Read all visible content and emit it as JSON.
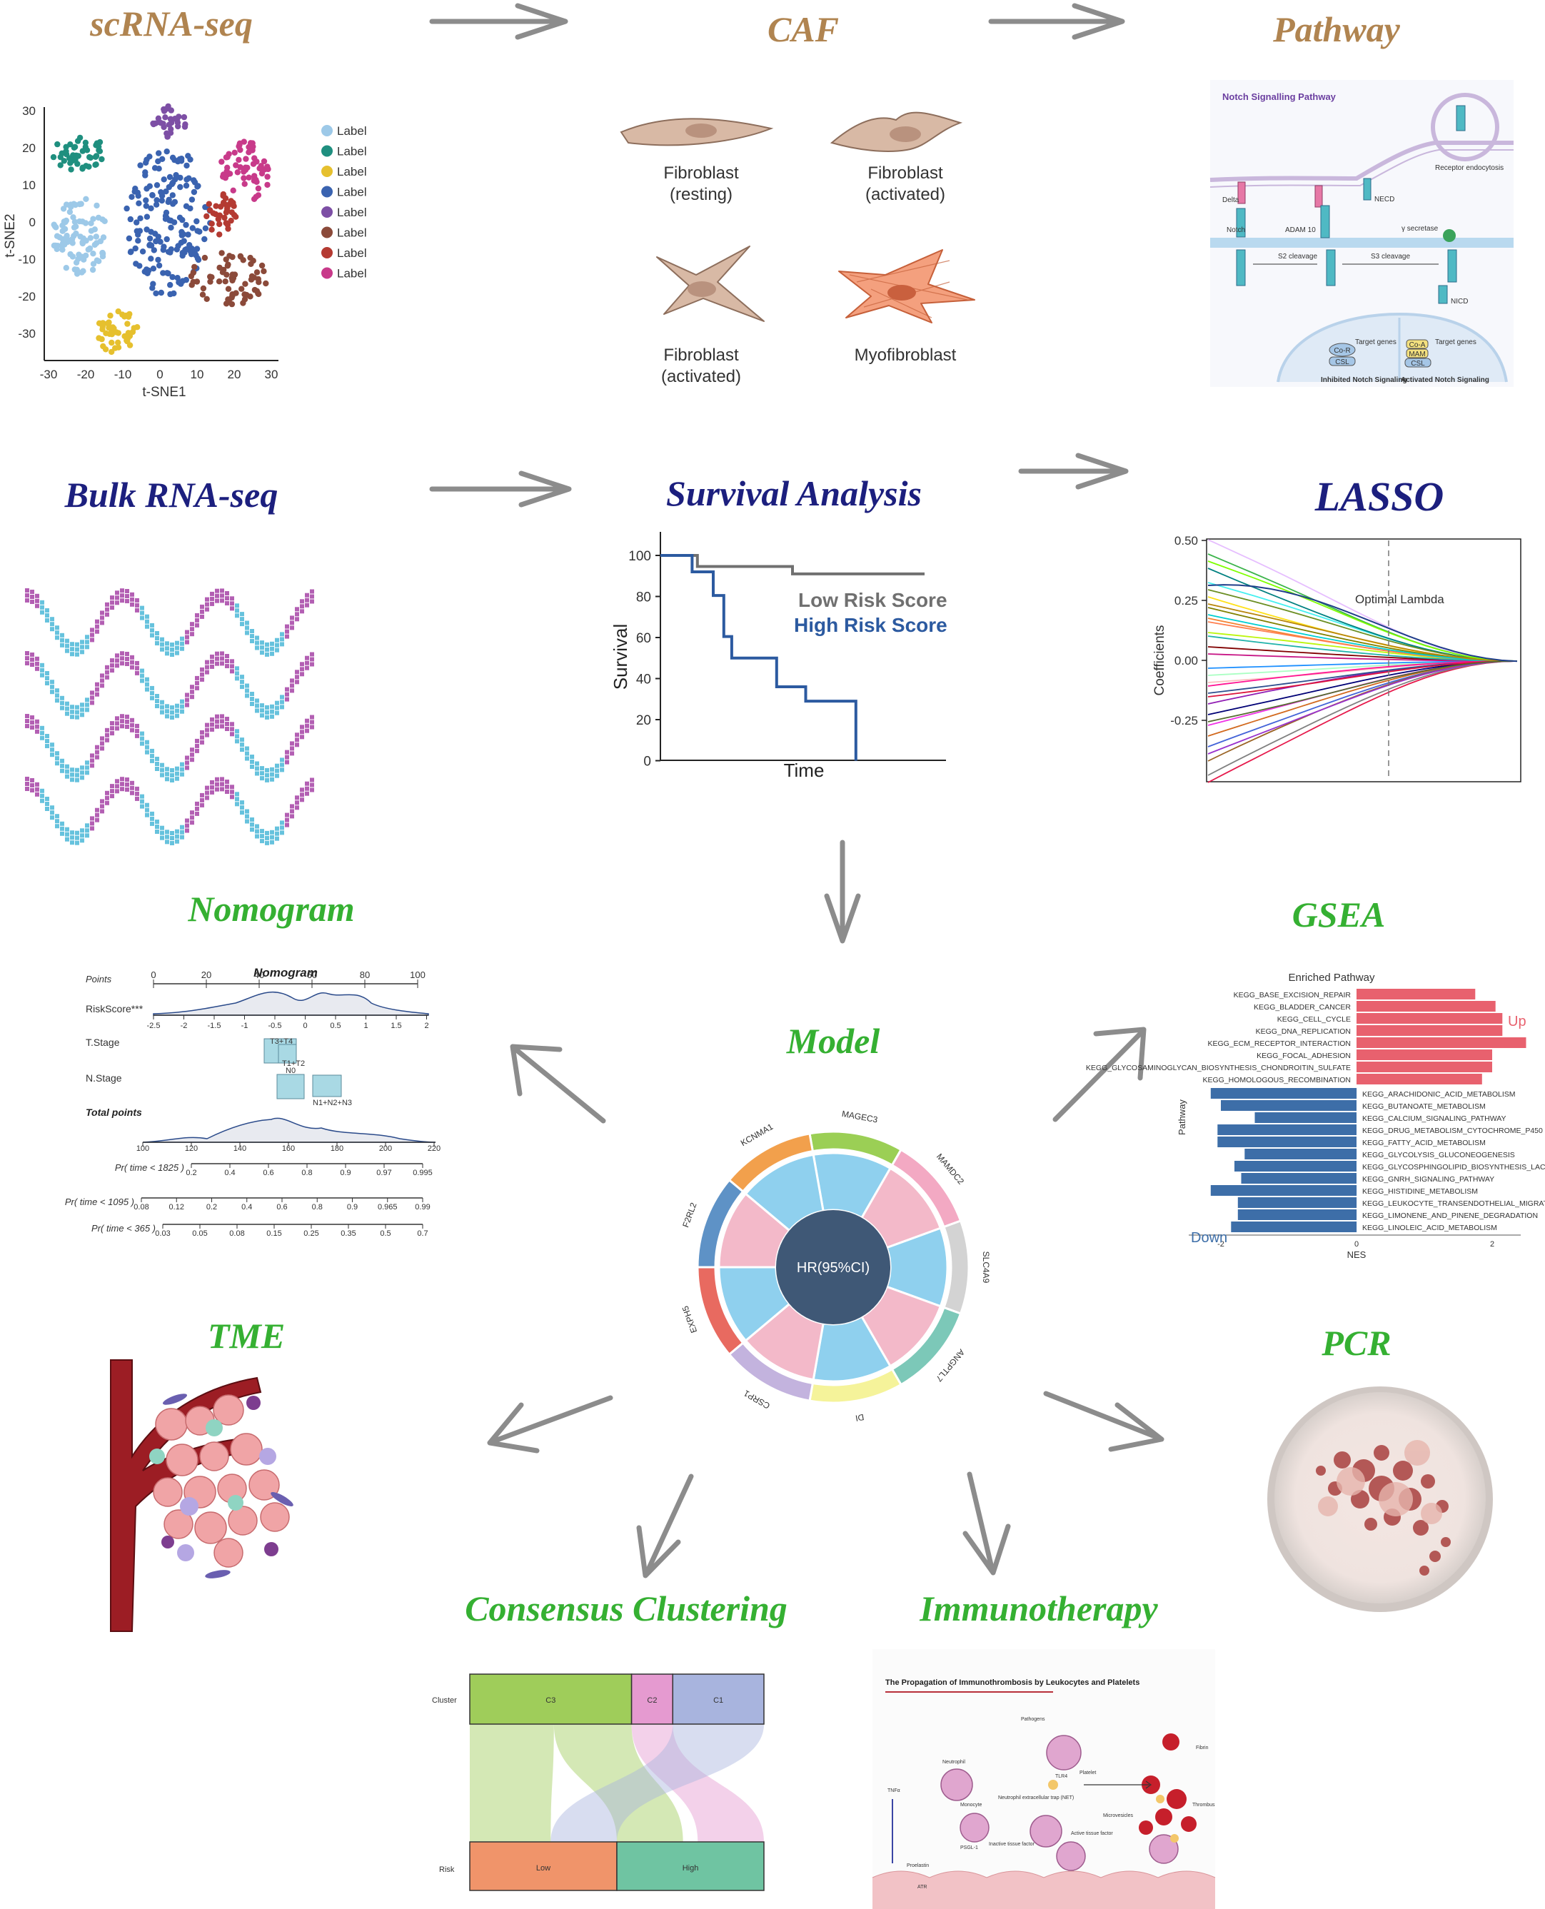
{
  "titles": {
    "scrna": "scRNA-seq",
    "caf": "CAF",
    "pathway": "Pathway",
    "bulk": "Bulk RNA-seq",
    "survival": "Survival Analysis",
    "lasso": "LASSO",
    "nomogram": "Nomogram",
    "gsea": "GSEA",
    "model": "Model",
    "tme": "TME",
    "pcr": "PCR",
    "consensus": "Consensus Clustering",
    "immuno": "Immunotherapy"
  },
  "tsne": {
    "xlabel": "t-SNE1",
    "ylabel": "t-SNE2",
    "xticks": [
      "-30",
      "-20",
      "-10",
      "0",
      "10",
      "20",
      "30"
    ],
    "yticks": [
      "30",
      "20",
      "10",
      "0",
      "-10",
      "-20",
      "-30"
    ],
    "legend": [
      {
        "label": "Label",
        "color": "#9dc9e8"
      },
      {
        "label": "Label",
        "color": "#1f8f7f"
      },
      {
        "label": "Label",
        "color": "#e6c02e"
      },
      {
        "label": "Label",
        "color": "#3a63b0"
      },
      {
        "label": "Label",
        "color": "#7d4fa5"
      },
      {
        "label": "Label",
        "color": "#8b4a3a"
      },
      {
        "label": "Label",
        "color": "#b43a32"
      },
      {
        "label": "Label",
        "color": "#c83a8a"
      }
    ]
  },
  "caf": {
    "cells": [
      {
        "line1": "Fibroblast",
        "line2": "(resting)"
      },
      {
        "line1": "Fibroblast",
        "line2": "(activated)"
      },
      {
        "line1": "Fibroblast",
        "line2": "(activated)"
      },
      {
        "line1": "Myofibroblast",
        "line2": ""
      }
    ]
  },
  "notch": {
    "title": "Notch Signalling Pathway",
    "labels": {
      "receptor": "Receptor endocytosis",
      "delta": "Delta",
      "notch": "Notch",
      "adam": "ADAM 10",
      "necd": "NECD",
      "gamma": "γ secretase",
      "s2": "S2 cleavage",
      "s3": "S3 cleavage",
      "nicd": "NICD",
      "target1": "Target genes",
      "target2": "Target genes",
      "cor": "Co-R",
      "csl1": "CSL",
      "coa": "Co-A",
      "mam": "MAM",
      "csl2": "CSL",
      "inhibited": "Inhibited Notch Signaling",
      "activated": "Activated Notch Signaling"
    }
  },
  "survival": {
    "ylabel": "Survival",
    "xlabel": "Time",
    "yticks": [
      "100",
      "80",
      "60",
      "40",
      "20",
      "0"
    ],
    "low_label": "Low Risk Score",
    "high_label": "High Risk Score",
    "low_color": "#707070",
    "high_color": "#2c5aa0"
  },
  "lasso": {
    "ylabel": "Coefficients",
    "yticks": [
      "0.50",
      "0.25",
      "0.00",
      "-0.25"
    ],
    "annotation": "Optimal Lambda"
  },
  "nomogram": {
    "header": "Nomogram",
    "rows": [
      "Points",
      "RiskScore***",
      "T.Stage",
      "N.Stage",
      "Total points"
    ],
    "points_ticks": [
      "0",
      "20",
      "40",
      "60",
      "80",
      "100"
    ],
    "risk_ticks": [
      "-2.5",
      "-2",
      "-1.5",
      "-1",
      "-0.5",
      "0",
      "0.5",
      "1",
      "1.5",
      "2"
    ],
    "tstage_labels": [
      "T3+T4",
      "T1+T2"
    ],
    "nstage_labels": [
      "N0",
      "N1+N2+N3"
    ],
    "total_ticks": [
      "100",
      "120",
      "140",
      "160",
      "180",
      "200",
      "220"
    ],
    "pr_rows": [
      {
        "label": "Pr( time < 1825 )",
        "ticks": [
          "0.2",
          "0.4",
          "0.6",
          "0.8",
          "0.9",
          "0.97",
          "0.995"
        ]
      },
      {
        "label": "Pr( time < 1095 )",
        "ticks": [
          "0.08",
          "0.12",
          "0.2",
          "0.4",
          "0.6",
          "0.8",
          "0.9",
          "0.965",
          "0.99"
        ]
      },
      {
        "label": "Pr( time < 365 )",
        "ticks": [
          "0.03",
          "0.05",
          "0.08",
          "0.15",
          "0.25",
          "0.35",
          "0.5",
          "0.7"
        ]
      }
    ]
  },
  "gsea": {
    "header": "Enriched Pathway",
    "ylabel": "Pathway",
    "xlabel": "NES",
    "up_label": "Up",
    "down_label": "Down",
    "xticks": [
      "-2",
      "0",
      "2"
    ],
    "up_color": "#e8616e",
    "down_color": "#3d6ea8",
    "up": [
      {
        "name": "KEGG_BASE_EXCISION_REPAIR",
        "nes": 1.75
      },
      {
        "name": "KEGG_BLADDER_CANCER",
        "nes": 2.05
      },
      {
        "name": "KEGG_CELL_CYCLE",
        "nes": 2.15
      },
      {
        "name": "KEGG_DNA_REPLICATION",
        "nes": 2.15
      },
      {
        "name": "KEGG_ECM_RECEPTOR_INTERACTION",
        "nes": 2.5
      },
      {
        "name": "KEGG_FOCAL_ADHESION",
        "nes": 2.0
      },
      {
        "name": "KEGG_GLYCOSAMINOGLYCAN_BIOSYNTHESIS_CHONDROITIN_SULFATE",
        "nes": 2.0
      },
      {
        "name": "KEGG_HOMOLOGOUS_RECOMBINATION",
        "nes": 1.85
      }
    ],
    "down": [
      {
        "name": "KEGG_ARACHIDONIC_ACID_METABOLISM",
        "nes": -2.15
      },
      {
        "name": "KEGG_BUTANOATE_METABOLISM",
        "nes": -2.0
      },
      {
        "name": "KEGG_CALCIUM_SIGNALING_PATHWAY",
        "nes": -1.5
      },
      {
        "name": "KEGG_DRUG_METABOLISM_CYTOCHROME_P450",
        "nes": -2.05
      },
      {
        "name": "KEGG_FATTY_ACID_METABOLISM",
        "nes": -2.05
      },
      {
        "name": "KEGG_GLYCOLYSIS_GLUCONEOGENESIS",
        "nes": -1.65
      },
      {
        "name": "KEGG_GLYCOSPHINGOLIPID_BIOSYNTHESIS_LACTO_AND_NEOLACTO_SERIES",
        "nes": -1.8
      },
      {
        "name": "KEGG_GNRH_SIGNALING_PATHWAY",
        "nes": -1.7
      },
      {
        "name": "KEGG_HISTIDINE_METABOLISM",
        "nes": -2.15
      },
      {
        "name": "KEGG_LEUKOCYTE_TRANSENDOTHELIAL_MIGRATION",
        "nes": -1.75
      },
      {
        "name": "KEGG_LIMONENE_AND_PINENE_DEGRADATION",
        "nes": -1.75
      },
      {
        "name": "KEGG_LINOLEIC_ACID_METABOLISM",
        "nes": -1.85
      }
    ]
  },
  "model": {
    "center": "HR(95%CI)",
    "center_color": "#3f5876",
    "genes": [
      {
        "name": "MAGEC3",
        "color": "#9bcf55"
      },
      {
        "name": "MAMDC2",
        "color": "#f3a9c3"
      },
      {
        "name": "SLC4A9",
        "color": "#d3d3d3"
      },
      {
        "name": "ANGPTL7",
        "color": "#7cc8b8"
      },
      {
        "name": "DI",
        "color": "#f5f39a"
      },
      {
        "name": "CSRP1",
        "color": "#c3b3de"
      },
      {
        "name": "EXPH5",
        "color": "#e86a60"
      },
      {
        "name": "F2RL2",
        "color": "#5e92c6"
      },
      {
        "name": "KCNMA1",
        "color": "#f2a04c"
      }
    ]
  },
  "consensus": {
    "cluster_axis": "Cluster",
    "risk_axis": "Risk",
    "clusters": [
      {
        "name": "C3",
        "share": 0.55,
        "color": "#9fcd5a"
      },
      {
        "name": "C2",
        "share": 0.14,
        "color": "#e59ad0"
      },
      {
        "name": "C1",
        "share": 0.31,
        "color": "#a8b4de"
      }
    ],
    "risks": [
      {
        "name": "Low",
        "share": 0.5,
        "color": "#f0946a"
      },
      {
        "name": "High",
        "share": 0.5,
        "color": "#6fc4a2"
      }
    ]
  },
  "immuno": {
    "title": "The Propagation of Immunothrombosis by Leukocytes and Platelets",
    "labels": {
      "pathogens": "Pathogens",
      "tlr4": "TLR4",
      "platelet": "Platelet",
      "neutrophil": "Neutrophil",
      "monocyte": "Monocyte",
      "net": "Neutrophil extracellular trap (NET)",
      "tnf": "TNFα",
      "psgl": "PSGL-1",
      "inactive": "Inactive tissue factor",
      "active": "Active tissue factor",
      "micro": "Microvesicles",
      "fibrin": "Fibrin",
      "thrombus": "Thrombus",
      "proelastin": "Proelastin",
      "atr": "ATR"
    }
  }
}
